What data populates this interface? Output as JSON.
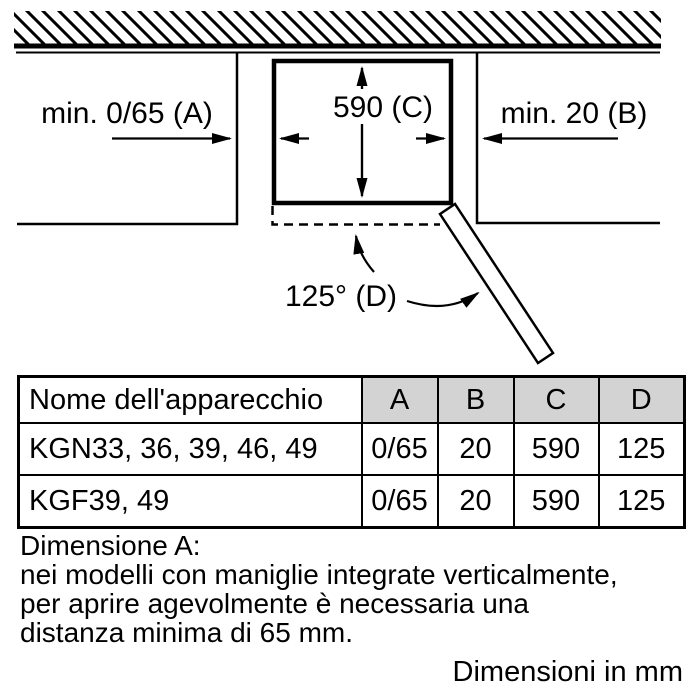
{
  "diagram": {
    "label_a": "min. 0/65 (A)",
    "label_b": "min. 20 (B)",
    "label_c": "590 (C)",
    "label_d": "125° (D)"
  },
  "table": {
    "header": [
      "Nome dell'apparecchio",
      "A",
      "B",
      "C",
      "D"
    ],
    "rows": [
      [
        "KGN33, 36, 39, 46, 49",
        "0/65",
        "20",
        "590",
        "125"
      ],
      [
        "KGF39, 49",
        "0/65",
        "20",
        "590",
        "125"
      ]
    ]
  },
  "footnote": {
    "line1": "Dimensione A:",
    "line2": "nei modelli con maniglie integrate verticalmente,",
    "line3": "per aprire agevolmente è necessaria una",
    "line4": "distanza minima di 65 mm."
  },
  "units_note": "Dimensioni in mm",
  "colors": {
    "ink": "#000000",
    "paper": "#ffffff",
    "table_header_bg": "#d3d3d3"
  }
}
